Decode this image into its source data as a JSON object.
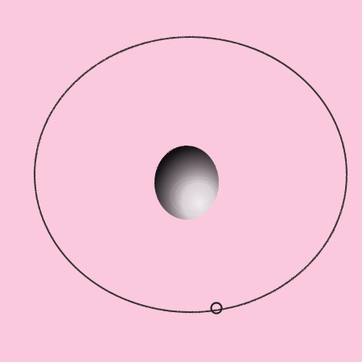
{
  "scene": {
    "background_color": "#fac9dd",
    "orbit_color": "#3a3036",
    "planet_color": "#141214",
    "planet_highlight_color": "#f0ecef",
    "moon_color": "#2a2226"
  },
  "icons": {
    "orbit": "orbit-ellipse",
    "planet": "shaded-sphere",
    "moon": "small-ring"
  }
}
